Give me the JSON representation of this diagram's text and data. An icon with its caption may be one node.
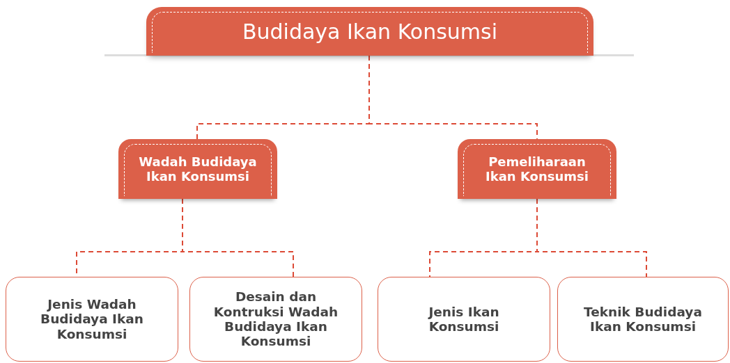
{
  "diagram": {
    "nodes": [
      {
        "text": [
          "Budidaya Ikan Konsumsi"
        ]
      },
      {
        "text": [
          "Wadah Budidaya Ikan Konsumsi"
        ]
      },
      {
        "text": [
          "Pemeliharaan Ikan Konsumsi"
        ]
      },
      {
        "text": [
          "Jenis Wadah Budidaya Ikan Konsumsi"
        ]
      },
      {
        "text": [
          "Desain dan Kontruksi Wadah Budidaya Ikan Konsumsi"
        ]
      },
      {
        "text": [
          "Jenis Ikan Konsumsi"
        ]
      },
      {
        "text": [
          "Teknik Budidaya Ikan Konsumsi"
        ]
      }
    ],
    "edges": [
      {
        "from": 0,
        "to": 1,
        "arrow": "none",
        "style": "dashed"
      },
      {
        "from": 0,
        "to": 2,
        "arrow": "none",
        "style": "dashed"
      },
      {
        "from": 1,
        "to": 3,
        "arrow": "none",
        "style": "dashed"
      },
      {
        "from": 1,
        "to": 4,
        "arrow": "none",
        "style": "dashed"
      },
      {
        "from": 2,
        "to": 5,
        "arrow": "none",
        "style": "dashed"
      },
      {
        "from": 2,
        "to": 6,
        "arrow": "none",
        "style": "dashed"
      }
    ]
  }
}
